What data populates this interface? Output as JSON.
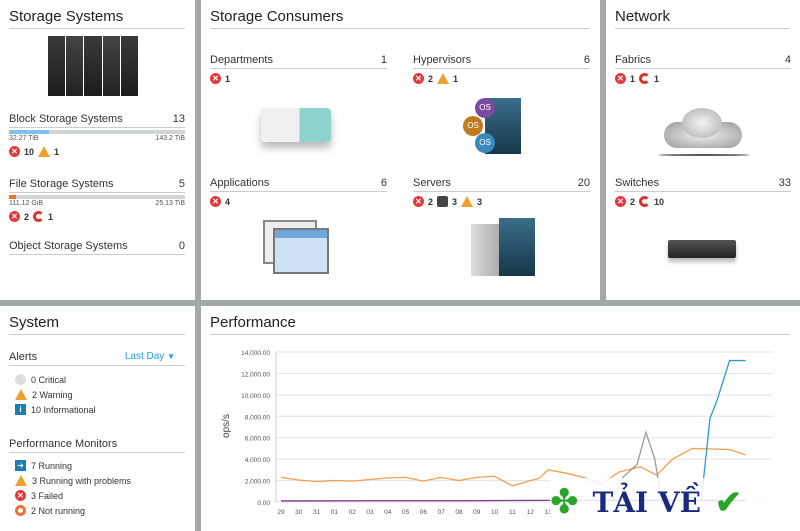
{
  "storage_systems": {
    "title": "Storage Systems",
    "block": {
      "label": "Block Storage Systems",
      "count": "13",
      "used": "32.27 TiB",
      "total": "143.2 TiB",
      "fill": 0.23,
      "errors": "10",
      "warnings": "1"
    },
    "file": {
      "label": "File Storage Systems",
      "count": "5",
      "used": "111.12 GiB",
      "total": "25.13 TiB",
      "fill": 0.04,
      "errors": "2",
      "degraded": "1"
    },
    "object": {
      "label": "Object Storage Systems",
      "count": "0"
    }
  },
  "storage_consumers": {
    "title": "Storage Consumers",
    "departments": {
      "label": "Departments",
      "count": "1",
      "errors": "1"
    },
    "hypervisors": {
      "label": "Hypervisors",
      "count": "6",
      "errors": "2",
      "warnings": "1",
      "os_labels": [
        "OS",
        "OS",
        "OS"
      ]
    },
    "applications": {
      "label": "Applications",
      "count": "6",
      "errors": "4"
    },
    "servers": {
      "label": "Servers",
      "count": "20",
      "errors": "2",
      "unreachable": "3",
      "warnings": "3"
    }
  },
  "network": {
    "title": "Network",
    "fabrics": {
      "label": "Fabrics",
      "count": "4",
      "errors": "1",
      "degraded": "1"
    },
    "switches": {
      "label": "Switches",
      "count": "33",
      "errors": "2",
      "degraded": "10"
    }
  },
  "system": {
    "title": "System",
    "alerts_label": "Alerts",
    "range": "Last Day",
    "alerts": [
      {
        "icon": "critical-icon",
        "text": "0 Critical"
      },
      {
        "icon": "warning-icon",
        "text": "2 Warning"
      },
      {
        "icon": "info-icon",
        "text": "10 Informational"
      }
    ],
    "monitors_label": "Performance Monitors",
    "monitors": [
      {
        "icon": "running-icon",
        "text": "7 Running"
      },
      {
        "icon": "warning-icon",
        "text": "3 Running with problems"
      },
      {
        "icon": "failed-icon",
        "text": "3 Failed"
      },
      {
        "icon": "not-running-icon",
        "text": "2 Not running"
      }
    ]
  },
  "performance": {
    "title": "Performance"
  },
  "chart_data": {
    "type": "line",
    "ylabel": "ops/s",
    "ylim": [
      0,
      14000
    ],
    "yticks": [
      "0.00",
      "2,000.00",
      "4,000.00",
      "6,000.00",
      "8,000.00",
      "10,000.00",
      "12,000.00",
      "14,000.00"
    ],
    "xticks": [
      "29",
      "30",
      "31",
      "01",
      "02",
      "03",
      "04",
      "05",
      "06",
      "07",
      "08",
      "09",
      "10",
      "11",
      "12",
      "13"
    ],
    "grid": true,
    "series": [
      {
        "color": "#f0a050",
        "points": [
          [
            0,
            2300
          ],
          [
            1,
            2050
          ],
          [
            2,
            1900
          ],
          [
            3,
            2000
          ],
          [
            4,
            1950
          ],
          [
            5,
            2100
          ],
          [
            6,
            2250
          ],
          [
            7,
            2300
          ],
          [
            8,
            1950
          ],
          [
            9,
            2300
          ],
          [
            10,
            2000
          ],
          [
            11,
            2300
          ],
          [
            12,
            2400
          ],
          [
            13,
            1500
          ],
          [
            14,
            2000
          ],
          [
            14.5,
            2200
          ],
          [
            15,
            3000
          ],
          [
            16,
            2700
          ],
          [
            17,
            2300
          ],
          [
            18,
            1700
          ],
          [
            19,
            2800
          ],
          [
            20.2,
            3300
          ],
          [
            21.1,
            2500
          ],
          [
            22,
            4000
          ],
          [
            23.1,
            5000
          ],
          [
            25.2,
            4900
          ],
          [
            26.1,
            4400
          ]
        ]
      },
      {
        "color": "#999999",
        "points": [
          [
            18.6,
            0
          ],
          [
            19.2,
            2300
          ],
          [
            20,
            3500
          ],
          [
            20.5,
            6500
          ],
          [
            21,
            4000
          ],
          [
            21.4,
            0
          ]
        ]
      },
      {
        "color": "#2a9fc9",
        "points": [
          [
            23.6,
            0
          ],
          [
            24.1,
            7800
          ],
          [
            24.5,
            9500
          ],
          [
            25.2,
            13200
          ],
          [
            26.1,
            13200
          ]
        ]
      },
      {
        "color": "#7a3a8a",
        "points": [
          [
            0,
            100
          ],
          [
            5,
            120
          ],
          [
            10,
            120
          ],
          [
            15,
            150
          ],
          [
            26.1,
            150
          ]
        ]
      }
    ]
  },
  "watermark": {
    "text": "TẢI VỀ"
  },
  "colors": {
    "background": "#a3a8ab",
    "accent": "#1a9fd0",
    "error": "#e0393e",
    "warning": "#f0a030"
  }
}
